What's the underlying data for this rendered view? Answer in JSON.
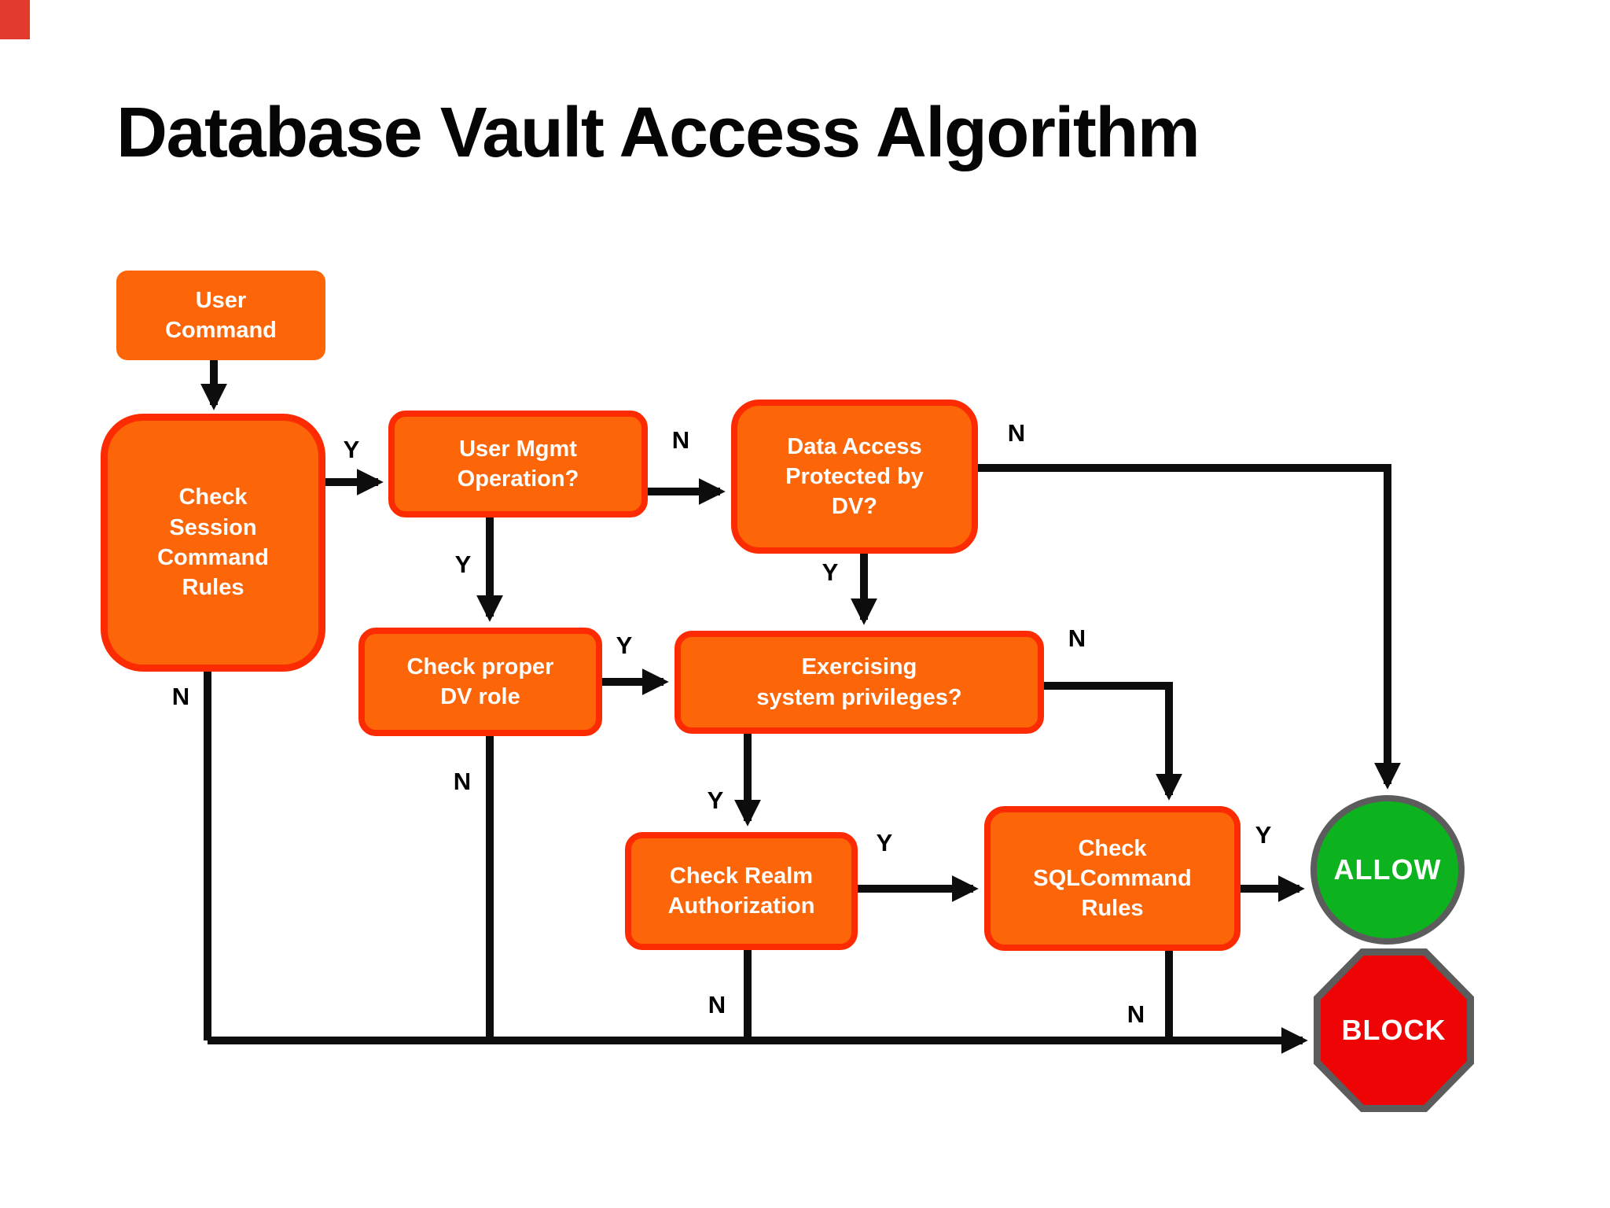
{
  "title": "Database Vault Access Algorithm",
  "colors": {
    "background": "#FFFFFF",
    "box-fill": "#FC6608",
    "box-border": "#FD2B02",
    "allow-fill": "#0CB31F",
    "block-fill": "#EE0404",
    "terminal-border": "#5C5C5C",
    "connector": "#0D0D0D",
    "node-text": "#FFFFFF",
    "label-text": "#000000"
  },
  "nodes": {
    "user_command": {
      "label": "User\nCommand"
    },
    "check_session": {
      "label": "Check\nSession\nCommand\nRules"
    },
    "user_mgmt": {
      "label": "User Mgmt\nOperation?"
    },
    "data_access": {
      "label": "Data Access\nProtected by\nDV?"
    },
    "check_proper": {
      "label": "Check proper\nDV role"
    },
    "exercising": {
      "label": "Exercising\nsystem privileges?"
    },
    "check_realm": {
      "label": "Check Realm\nAuthorization"
    },
    "check_sql": {
      "label": "Check\nSQLCommand\nRules"
    },
    "allow": {
      "label": "ALLOW"
    },
    "block": {
      "label": "BLOCK"
    }
  },
  "labels": {
    "session_yes": "Y",
    "session_no": "N",
    "mgmt_yes": "Y",
    "mgmt_no": "N",
    "data_access_yes": "Y",
    "data_access_no": "N",
    "proper_yes": "Y",
    "proper_no": "N",
    "exercising_yes": "Y",
    "exercising_no": "N",
    "realm_yes": "Y",
    "realm_no": "N",
    "sql_yes": "Y",
    "sql_no": "N"
  },
  "edges": [
    {
      "from": "User Command",
      "to": "Check Session Command Rules",
      "label": ""
    },
    {
      "from": "Check Session Command Rules",
      "to": "User Mgmt Operation?",
      "label": "Y"
    },
    {
      "from": "Check Session Command Rules",
      "to": "BLOCK",
      "label": "N"
    },
    {
      "from": "User Mgmt Operation?",
      "to": "Check proper DV role",
      "label": "Y"
    },
    {
      "from": "User Mgmt Operation?",
      "to": "Data Access Protected by DV?",
      "label": "N"
    },
    {
      "from": "Data Access Protected by DV?",
      "to": "Exercising system privileges?",
      "label": "Y"
    },
    {
      "from": "Data Access Protected by DV?",
      "to": "ALLOW",
      "label": "N"
    },
    {
      "from": "Check proper DV role",
      "to": "Exercising system privileges?",
      "label": "Y"
    },
    {
      "from": "Check proper DV role",
      "to": "BLOCK",
      "label": "N"
    },
    {
      "from": "Exercising system privileges?",
      "to": "Check Realm Authorization",
      "label": "Y"
    },
    {
      "from": "Exercising system privileges?",
      "to": "Check SQLCommand Rules",
      "label": "N"
    },
    {
      "from": "Check Realm Authorization",
      "to": "Check SQLCommand Rules",
      "label": "Y"
    },
    {
      "from": "Check Realm Authorization",
      "to": "BLOCK",
      "label": "N"
    },
    {
      "from": "Check SQLCommand Rules",
      "to": "ALLOW",
      "label": "Y"
    },
    {
      "from": "Check SQLCommand Rules",
      "to": "BLOCK",
      "label": "N"
    }
  ]
}
